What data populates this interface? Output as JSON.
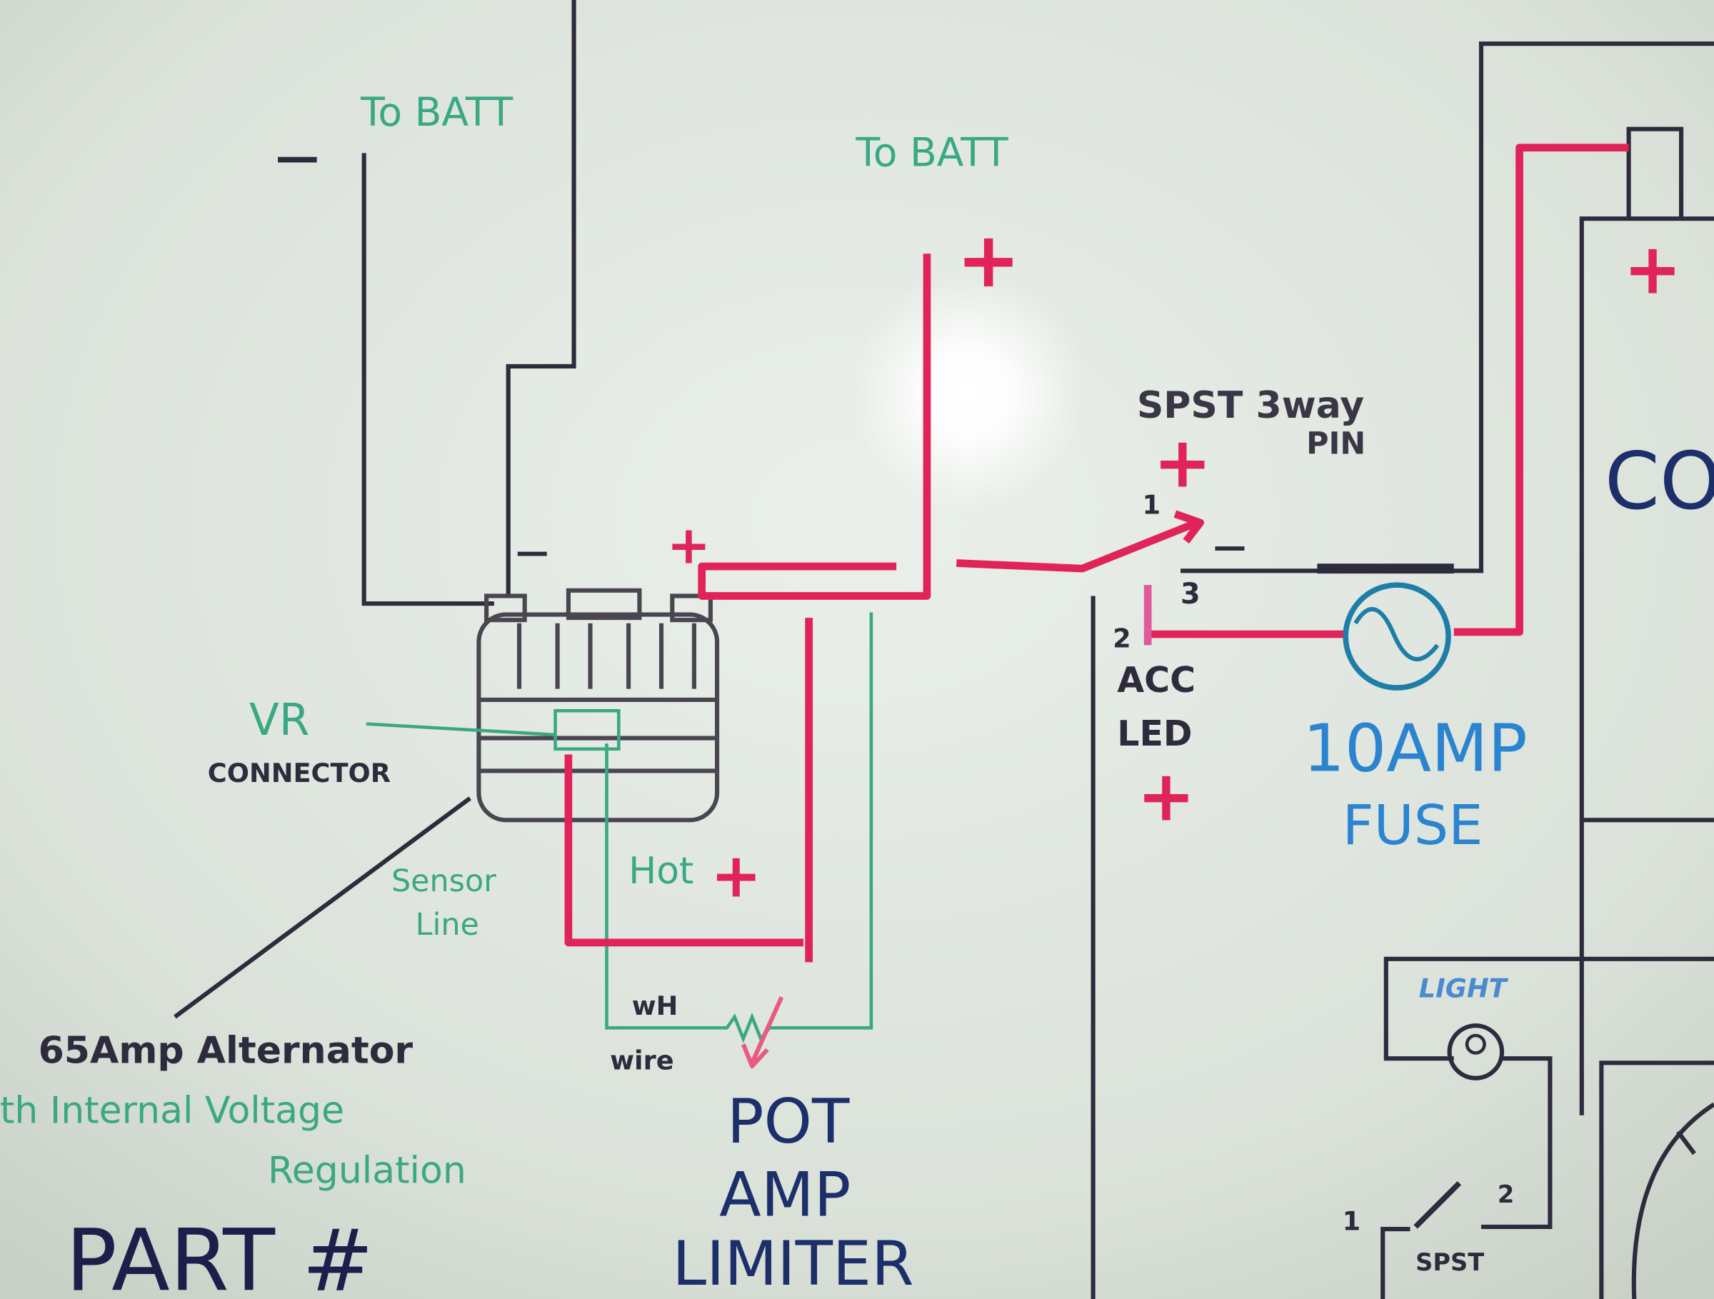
{
  "left_section": {
    "neg_label_top": "—",
    "to_batt_left": "To BATT",
    "neg_label_alt": "—",
    "alt_pos": "+",
    "to_batt_right": "To BATT",
    "batt_pos": "+",
    "vr_label": "VR",
    "connector_label": "CONNECTOR",
    "sensor_label_1": "Sensor",
    "sensor_label_2": "Line",
    "hot_label": "Hot",
    "hot_pos": "+",
    "alternator_label": "65Amp Alternator",
    "alternator_sub_1": "th Internal Voltage",
    "alternator_sub_2": "Regulation",
    "part_label": "PART #",
    "wh_label": "wH",
    "wire_label": "wire",
    "pot_1": "POT",
    "pot_2": "AMP",
    "pot_3": "LIMITER"
  },
  "switch_section": {
    "title_1": "SPST 3way",
    "title_2": "PIN",
    "pin1_pos": "+",
    "pin1": "1",
    "neg": "—",
    "pin3": "3",
    "pin2": "2",
    "acc": "ACC",
    "led": "LED",
    "led_pos": "+",
    "fuse_1": "10AMP",
    "fuse_2": "FUSE",
    "device_pos": "+",
    "device_label": "CO"
  },
  "light_section": {
    "light_label": "LIGHT",
    "pin1": "1",
    "pin2": "2",
    "spst": "SPST"
  },
  "colors": {
    "board": "#dde3dc",
    "black_marker": "#2b2838",
    "red_marker": "#e0245a",
    "green_marker": "#3aa884",
    "blue_marker": "#1f66b8",
    "dark_blue_marker": "#1c2f6a"
  }
}
